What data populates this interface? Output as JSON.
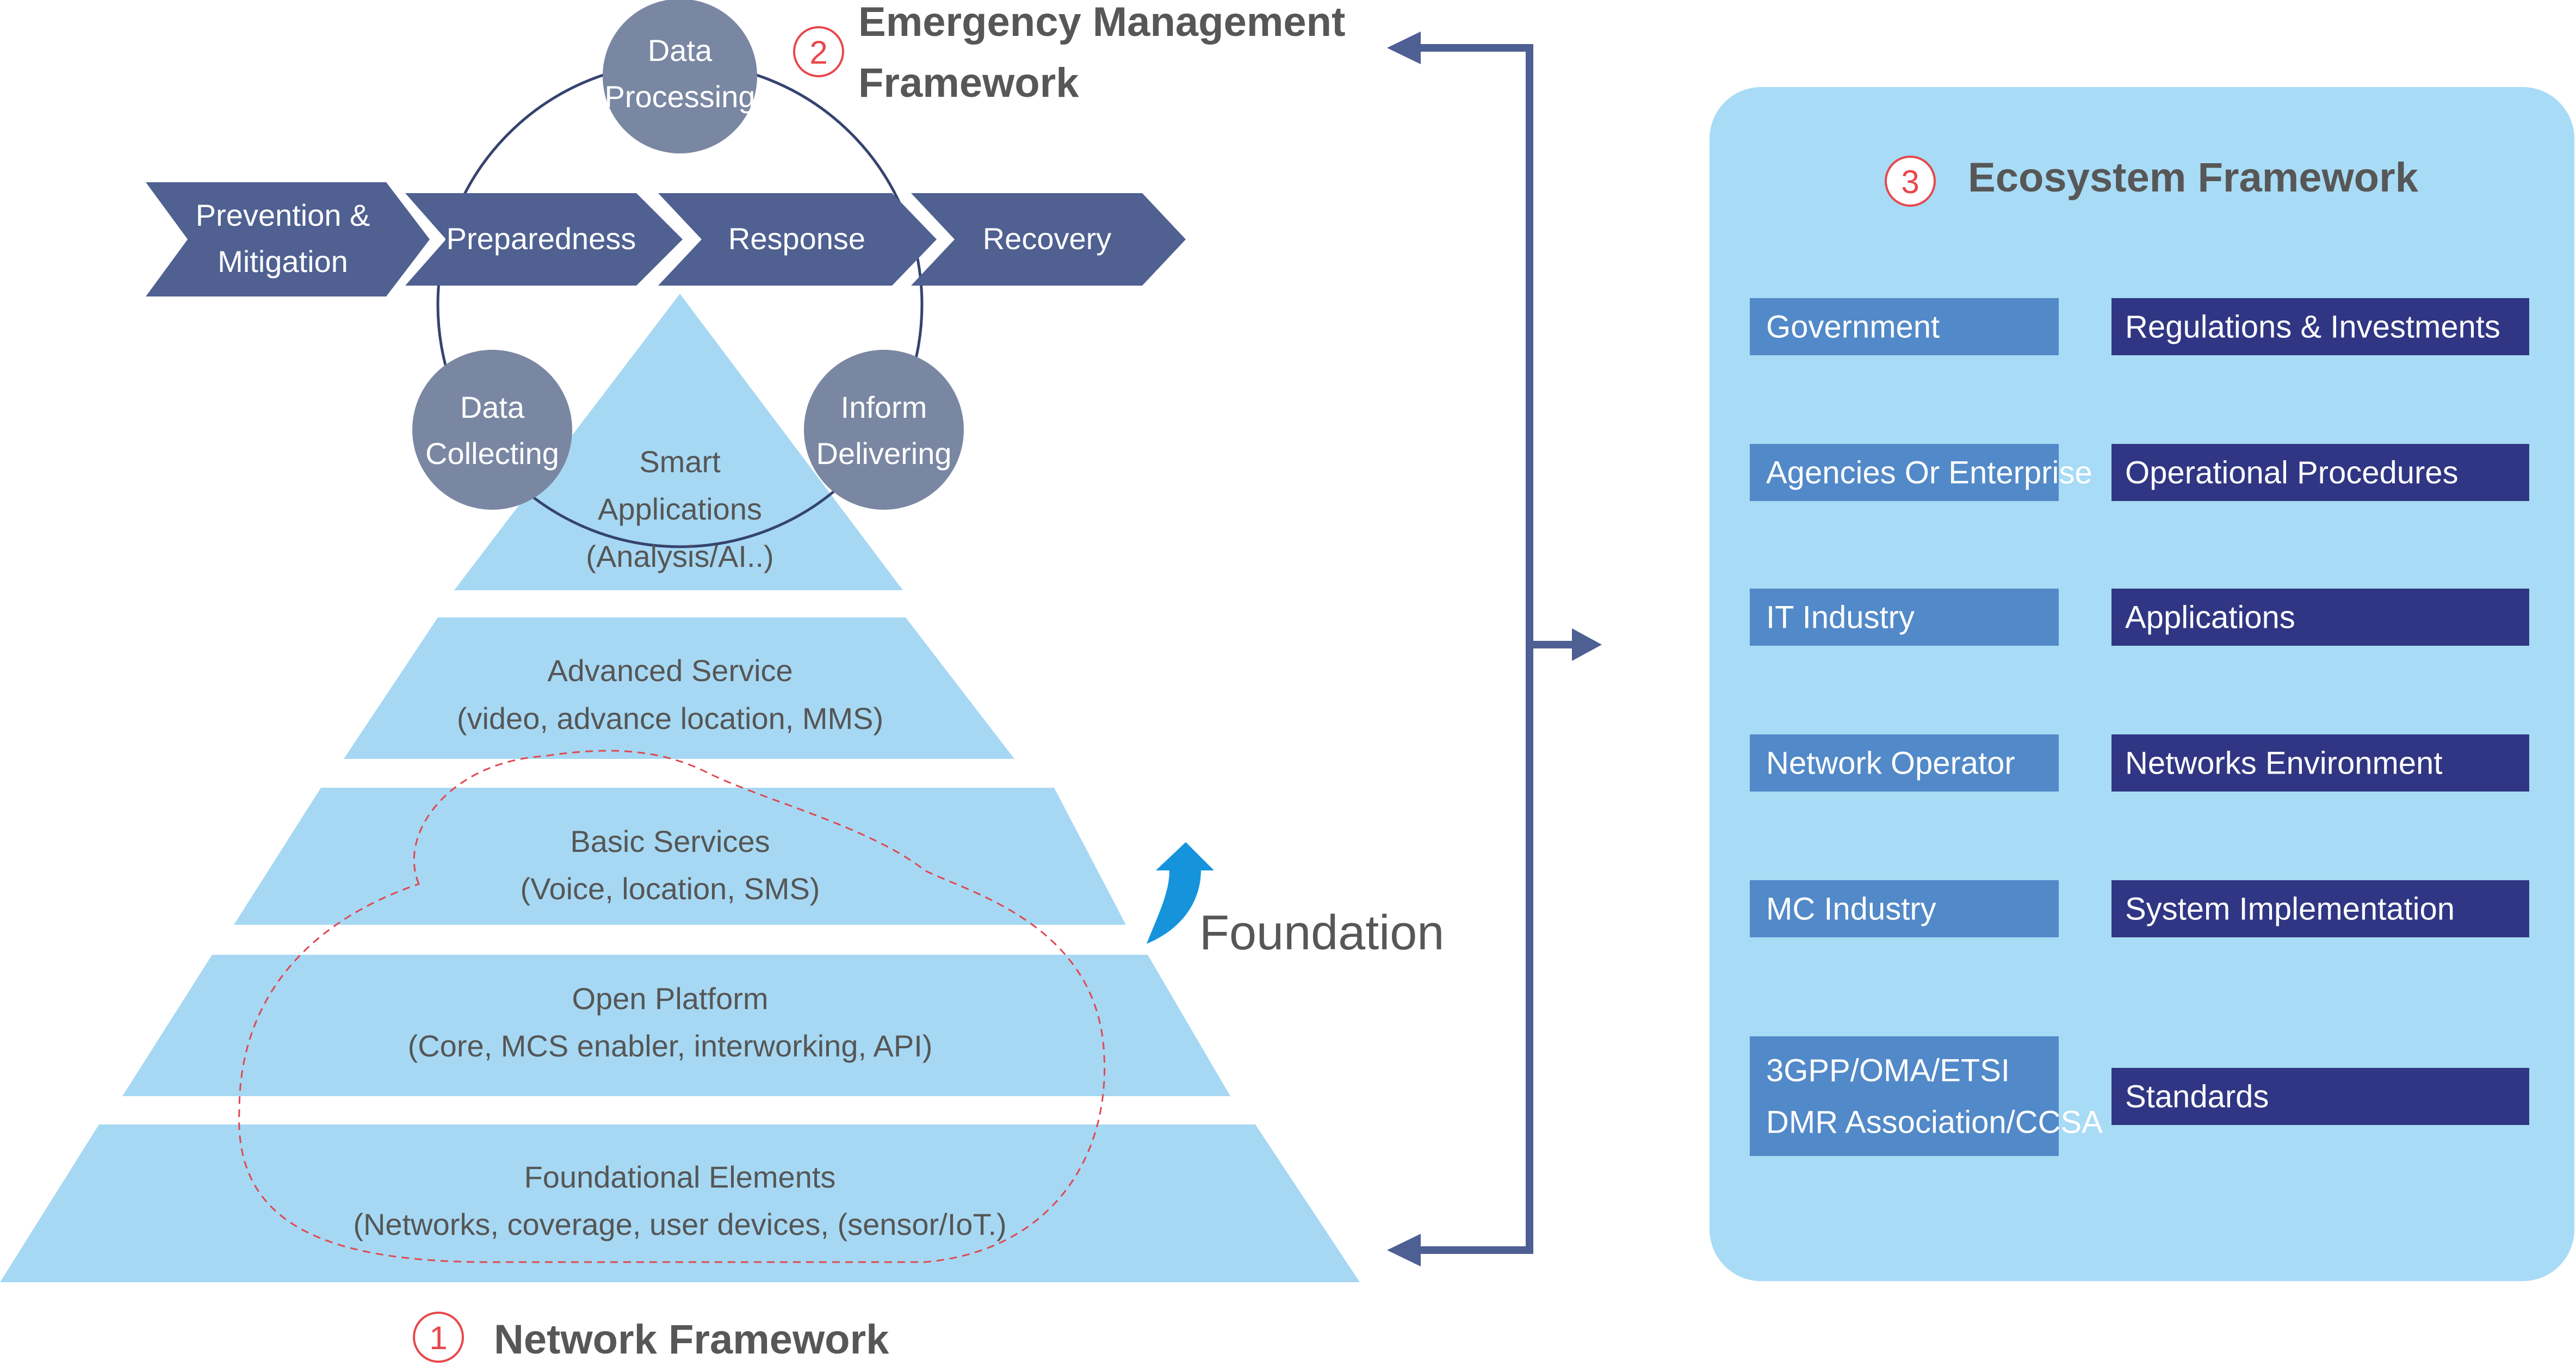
{
  "pyramid": {
    "layers": [
      {
        "title": "Smart",
        "lines": [
          "Applications",
          "(Analysis/AI..)"
        ]
      },
      {
        "title": "Advanced Service",
        "lines": [
          "(video, advance location, MMS)"
        ]
      },
      {
        "title": "Basic Services",
        "lines": [
          "(Voice, location, SMS)"
        ]
      },
      {
        "title": "Open Platform",
        "lines": [
          "(Core, MCS enabler, interworking, API)"
        ]
      },
      {
        "title": "Foundational Elements",
        "lines": [
          "(Networks, coverage, user devices, (sensor/IoT.)"
        ]
      }
    ],
    "number": "1",
    "label": "Network Framework"
  },
  "emergency": {
    "number": "2",
    "title_line1": "Emergency Management",
    "title_line2": "Framework",
    "phases": [
      {
        "line1": "Prevention &",
        "line2": "Mitigation"
      },
      {
        "line1": "Preparedness"
      },
      {
        "line1": "Response"
      },
      {
        "line1": "Recovery"
      }
    ],
    "cycle_nodes": [
      {
        "line1": "Data",
        "line2": "Processing"
      },
      {
        "line1": "Data",
        "line2": "Collecting"
      },
      {
        "line1": "Inform",
        "line2": "Delivering"
      }
    ]
  },
  "foundation_label": "Foundation",
  "ecosystem": {
    "number": "3",
    "title": "Ecosystem Framework",
    "rows": [
      {
        "left": [
          "Government"
        ],
        "right": "Regulations & Investments"
      },
      {
        "left": [
          "Agencies Or Enterprise"
        ],
        "right": "Operational Procedures"
      },
      {
        "left": [
          "IT Industry"
        ],
        "right": "Applications"
      },
      {
        "left": [
          "Network Operator"
        ],
        "right": "Networks Environment"
      },
      {
        "left": [
          "MC Industry"
        ],
        "right": "System Implementation"
      },
      {
        "left": [
          "3GPP/OMA/ETSI",
          "DMR Association/CCSA"
        ],
        "right": "Standards"
      }
    ]
  },
  "colors": {
    "pyramid": "#a6d8f3",
    "phase_arrow": "#4f6091",
    "node": "#7a87a3",
    "eco_panel": "#a8dbf5",
    "eco_left": "#5289c8",
    "eco_right": "#303683",
    "connector": "#4d5f93",
    "label_text": "#575757",
    "number_circle": "#e8474b",
    "foundation_arrow": "#1594dc"
  }
}
